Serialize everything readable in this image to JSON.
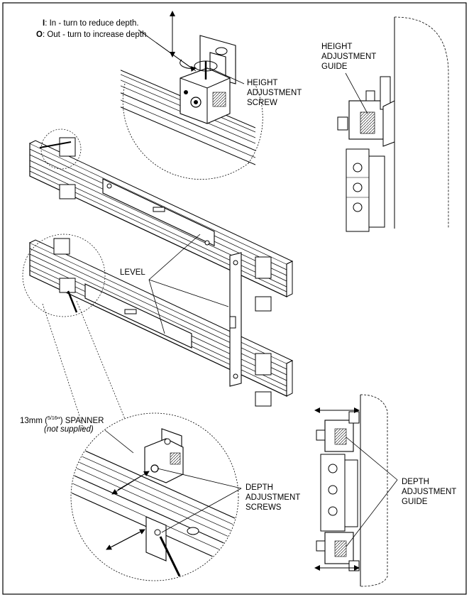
{
  "legend": {
    "in_key": "I",
    "in_text": ": In - turn to reduce depth.",
    "out_key": "O",
    "out_text": ": Out - turn to increase depth."
  },
  "labels": {
    "height_screw": [
      "HEIGHT",
      "ADJUSTMENT",
      "SCREW"
    ],
    "height_guide": [
      "HEIGHT",
      "ADJUSTMENT",
      "GUIDE"
    ],
    "level": "LEVEL",
    "spanner_pre": "13mm (",
    "spanner_frac": "5/16",
    "spanner_post": "\") SPANNER",
    "spanner_note": "(not supplied)",
    "depth_screws": [
      "DEPTH",
      "ADJUSTMENT",
      "SCREWS"
    ],
    "depth_guide": [
      "DEPTH",
      "ADJUSTMENT",
      "GUIDE"
    ]
  },
  "icons": [
    "height-arrow-icon",
    "rotate-arrow-icon",
    "depth-arrow-icon",
    "spanner-icon",
    "level-icon",
    "bracket-icon"
  ]
}
